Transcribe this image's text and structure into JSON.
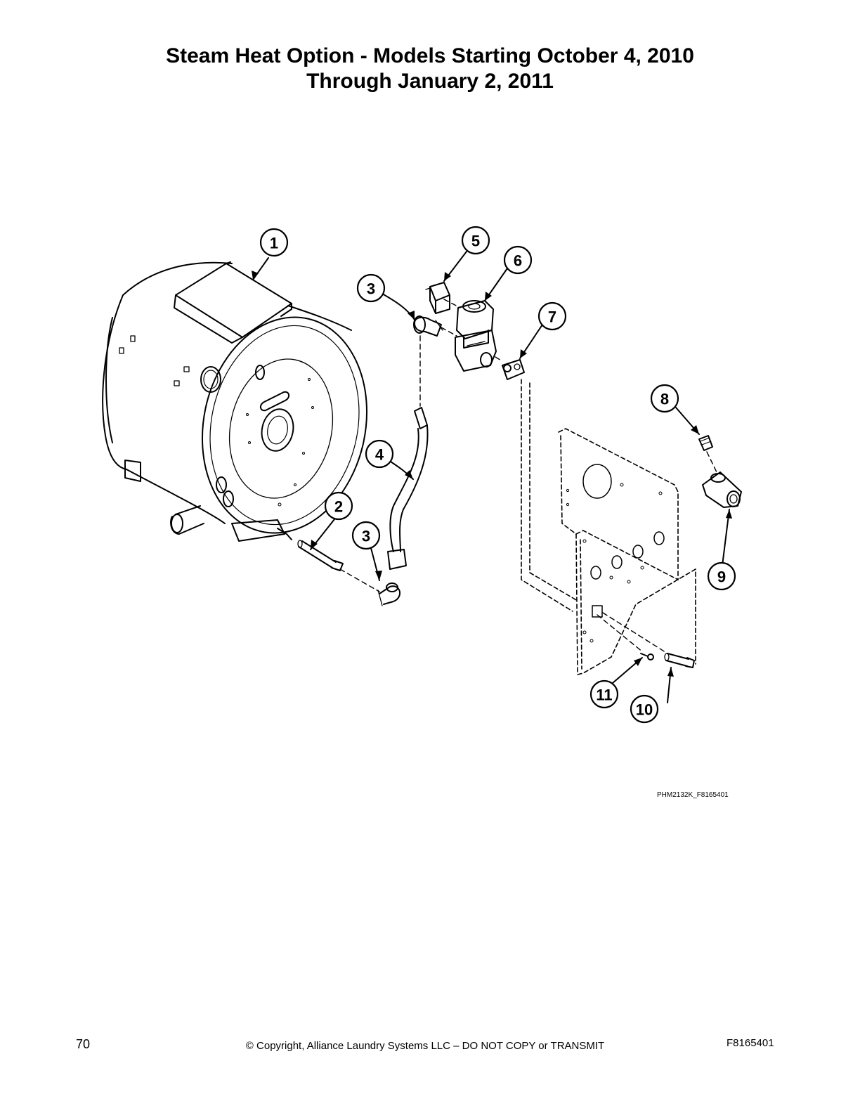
{
  "title": {
    "line1": "Steam Heat Option - Models Starting October 4, 2010",
    "line2": "Through January 2, 2011"
  },
  "callouts": [
    "1",
    "2",
    "3",
    "3",
    "4",
    "5",
    "6",
    "7",
    "8",
    "9",
    "10",
    "11"
  ],
  "drawing_id": "PHM2132K_F8165401",
  "footer": {
    "page_number": "70",
    "copyright": "© Copyright, Alliance Laundry Systems LLC – DO NOT COPY or TRANSMIT",
    "doc_code": "F8165401"
  }
}
